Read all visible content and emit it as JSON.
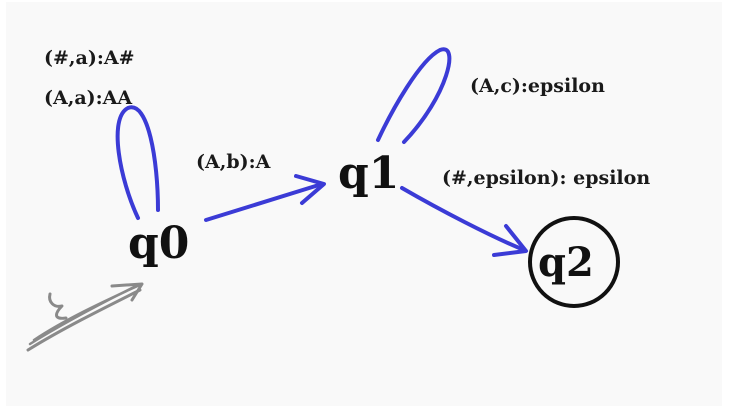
{
  "states": {
    "q0": "q0",
    "q1": "q1",
    "q2": "q2"
  },
  "transitions": {
    "q0_loop_1": "(#,a):A#",
    "q0_loop_2": "(A,a):AA",
    "q0_to_q1": "(A,b):A",
    "q1_loop": "(A,c):epsilon",
    "q1_to_q2": "(#,epsilon): epsilon"
  },
  "colors": {
    "background": "#f9f9f9",
    "edge": "#3b3bd6",
    "start_arrow": "#8a8a8a",
    "text": "#111111"
  },
  "icons": {
    "start": "start-arrow-icon",
    "accepting": "accepting-state-circle"
  }
}
